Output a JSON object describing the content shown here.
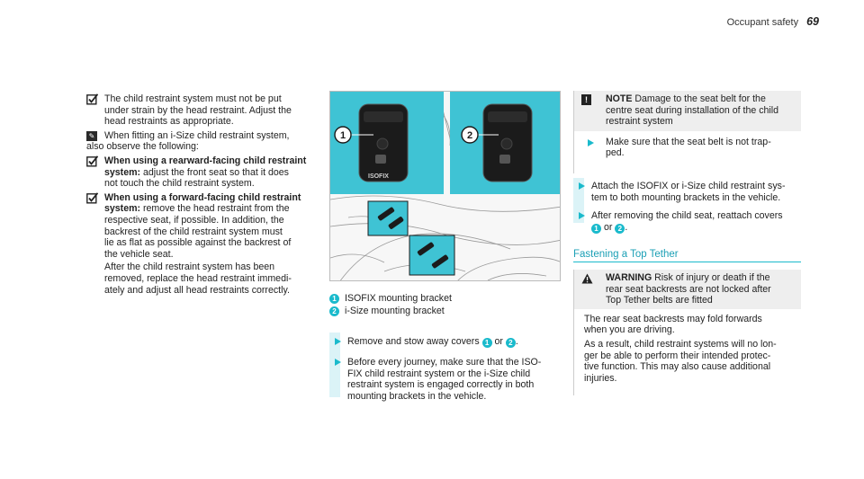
{
  "header": {
    "section": "Occupant safety",
    "page": "69"
  },
  "col1": {
    "item1": [
      "The child restraint system must not be put",
      "under strain by the head restraint. Adjust the",
      "head restraints as appropriate."
    ],
    "note": [
      "When fitting an i-Size child restraint system,",
      "also observe the following:"
    ],
    "item2_bold": [
      "When using a rearward-facing child restraint",
      "system:"
    ],
    "item2_rest": [
      " adjust the front seat so that it does",
      "not touch the child restraint system."
    ],
    "item3_bold": [
      "When using a forward-facing child restraint",
      "system:"
    ],
    "item3_rest": [
      " remove the head restraint from the",
      "respective seat, if possible. In addition, the",
      "backrest of the child restraint system must",
      "lie as flat as possible against the backrest of",
      "the vehicle seat."
    ],
    "item3_para": [
      "After the child restraint system has been",
      "removed, replace the head restraint immedi-",
      "ately and adjust all head restraints correctly."
    ]
  },
  "figure": {
    "label_isofix": "ISOFIX",
    "marker1": "1",
    "marker2": "2"
  },
  "legend": [
    {
      "num": "1",
      "text": "ISOFIX mounting bracket"
    },
    {
      "num": "2",
      "text": "i-Size mounting bracket"
    }
  ],
  "col2_steps": {
    "step1_pre": "Remove and stow away covers ",
    "step1_num1": "1",
    "step1_mid": " or ",
    "step1_num2": "2",
    "step1_post": ".",
    "step2": [
      "Before every journey, make sure that the ISO-",
      "FIX child restraint system or the i-Size child",
      "restraint system is engaged correctly in both",
      "mounting brackets in the vehicle."
    ]
  },
  "note_box": {
    "label": "NOTE",
    "line1_rest": " Damage to the seat belt for the",
    "lines": [
      "centre seat during installation of the child",
      "restraint system"
    ],
    "step": [
      "Make sure that the seat belt is not trap-",
      "ped."
    ]
  },
  "col3_steps": {
    "step1": [
      "Attach the ISOFIX or i-Size child restraint sys-",
      "tem to both mounting brackets in the vehicle."
    ],
    "step2_line1": "After removing the child seat, reattach covers",
    "step2_num1": "1",
    "step2_mid": " or ",
    "step2_num2": "2",
    "step2_post": "."
  },
  "subheading": "Fastening a Top Tether",
  "warning": {
    "label": "WARNING",
    "line1_rest": " Risk of injury or death if the",
    "head_lines": [
      "rear seat backrests are not locked after",
      "Top Tether belts are fitted"
    ],
    "body1": [
      "The rear seat backrests may fold forwards",
      "when you are driving."
    ],
    "body2": [
      "As a result, child restraint systems will no lon-",
      "ger be able to perform their intended protec-",
      "tive function. This may also cause additional",
      "injuries."
    ]
  },
  "colors": {
    "accent": "#1abacc",
    "figure_cyan": "#3fc3d4",
    "warning_bg": "#eeeeee"
  }
}
